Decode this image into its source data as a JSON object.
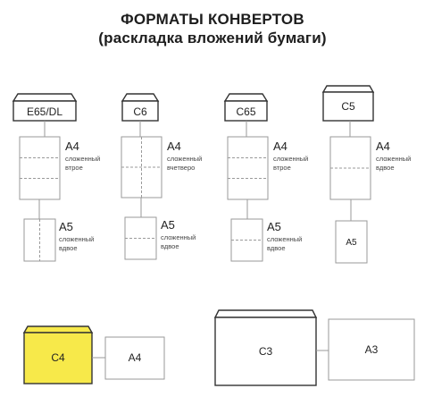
{
  "title": {
    "line1": "ФОРМАТЫ КОНВЕРТОВ",
    "line2": "(раскладка вложений бумаги)"
  },
  "columns": [
    {
      "envelope": "E65/DL",
      "a4": {
        "size": "A4",
        "fold": [
          "сложенный",
          "втрое"
        ]
      },
      "a5": {
        "size": "A5",
        "fold": [
          "сложенный",
          "вдвое"
        ]
      }
    },
    {
      "envelope": "C6",
      "a4": {
        "size": "A4",
        "fold": [
          "сложенный",
          "вчетверо"
        ]
      },
      "a5": {
        "size": "A5",
        "fold": [
          "сложенный",
          "вдвое"
        ]
      }
    },
    {
      "envelope": "C65",
      "a4": {
        "size": "A4",
        "fold": [
          "сложенный",
          "втрое"
        ]
      },
      "a5": {
        "size": "A5",
        "fold": [
          "сложенный",
          "вдвое"
        ]
      }
    },
    {
      "envelope": "C5",
      "a4": {
        "size": "A4",
        "fold": [
          "сложенный",
          "вдвое"
        ]
      },
      "a5": {
        "size": "A5"
      }
    }
  ],
  "bottom": {
    "c4": {
      "envelope": "C4",
      "sheet": "A4",
      "color": "#f7e94a"
    },
    "c3": {
      "envelope": "C3",
      "sheet": "A3"
    }
  }
}
